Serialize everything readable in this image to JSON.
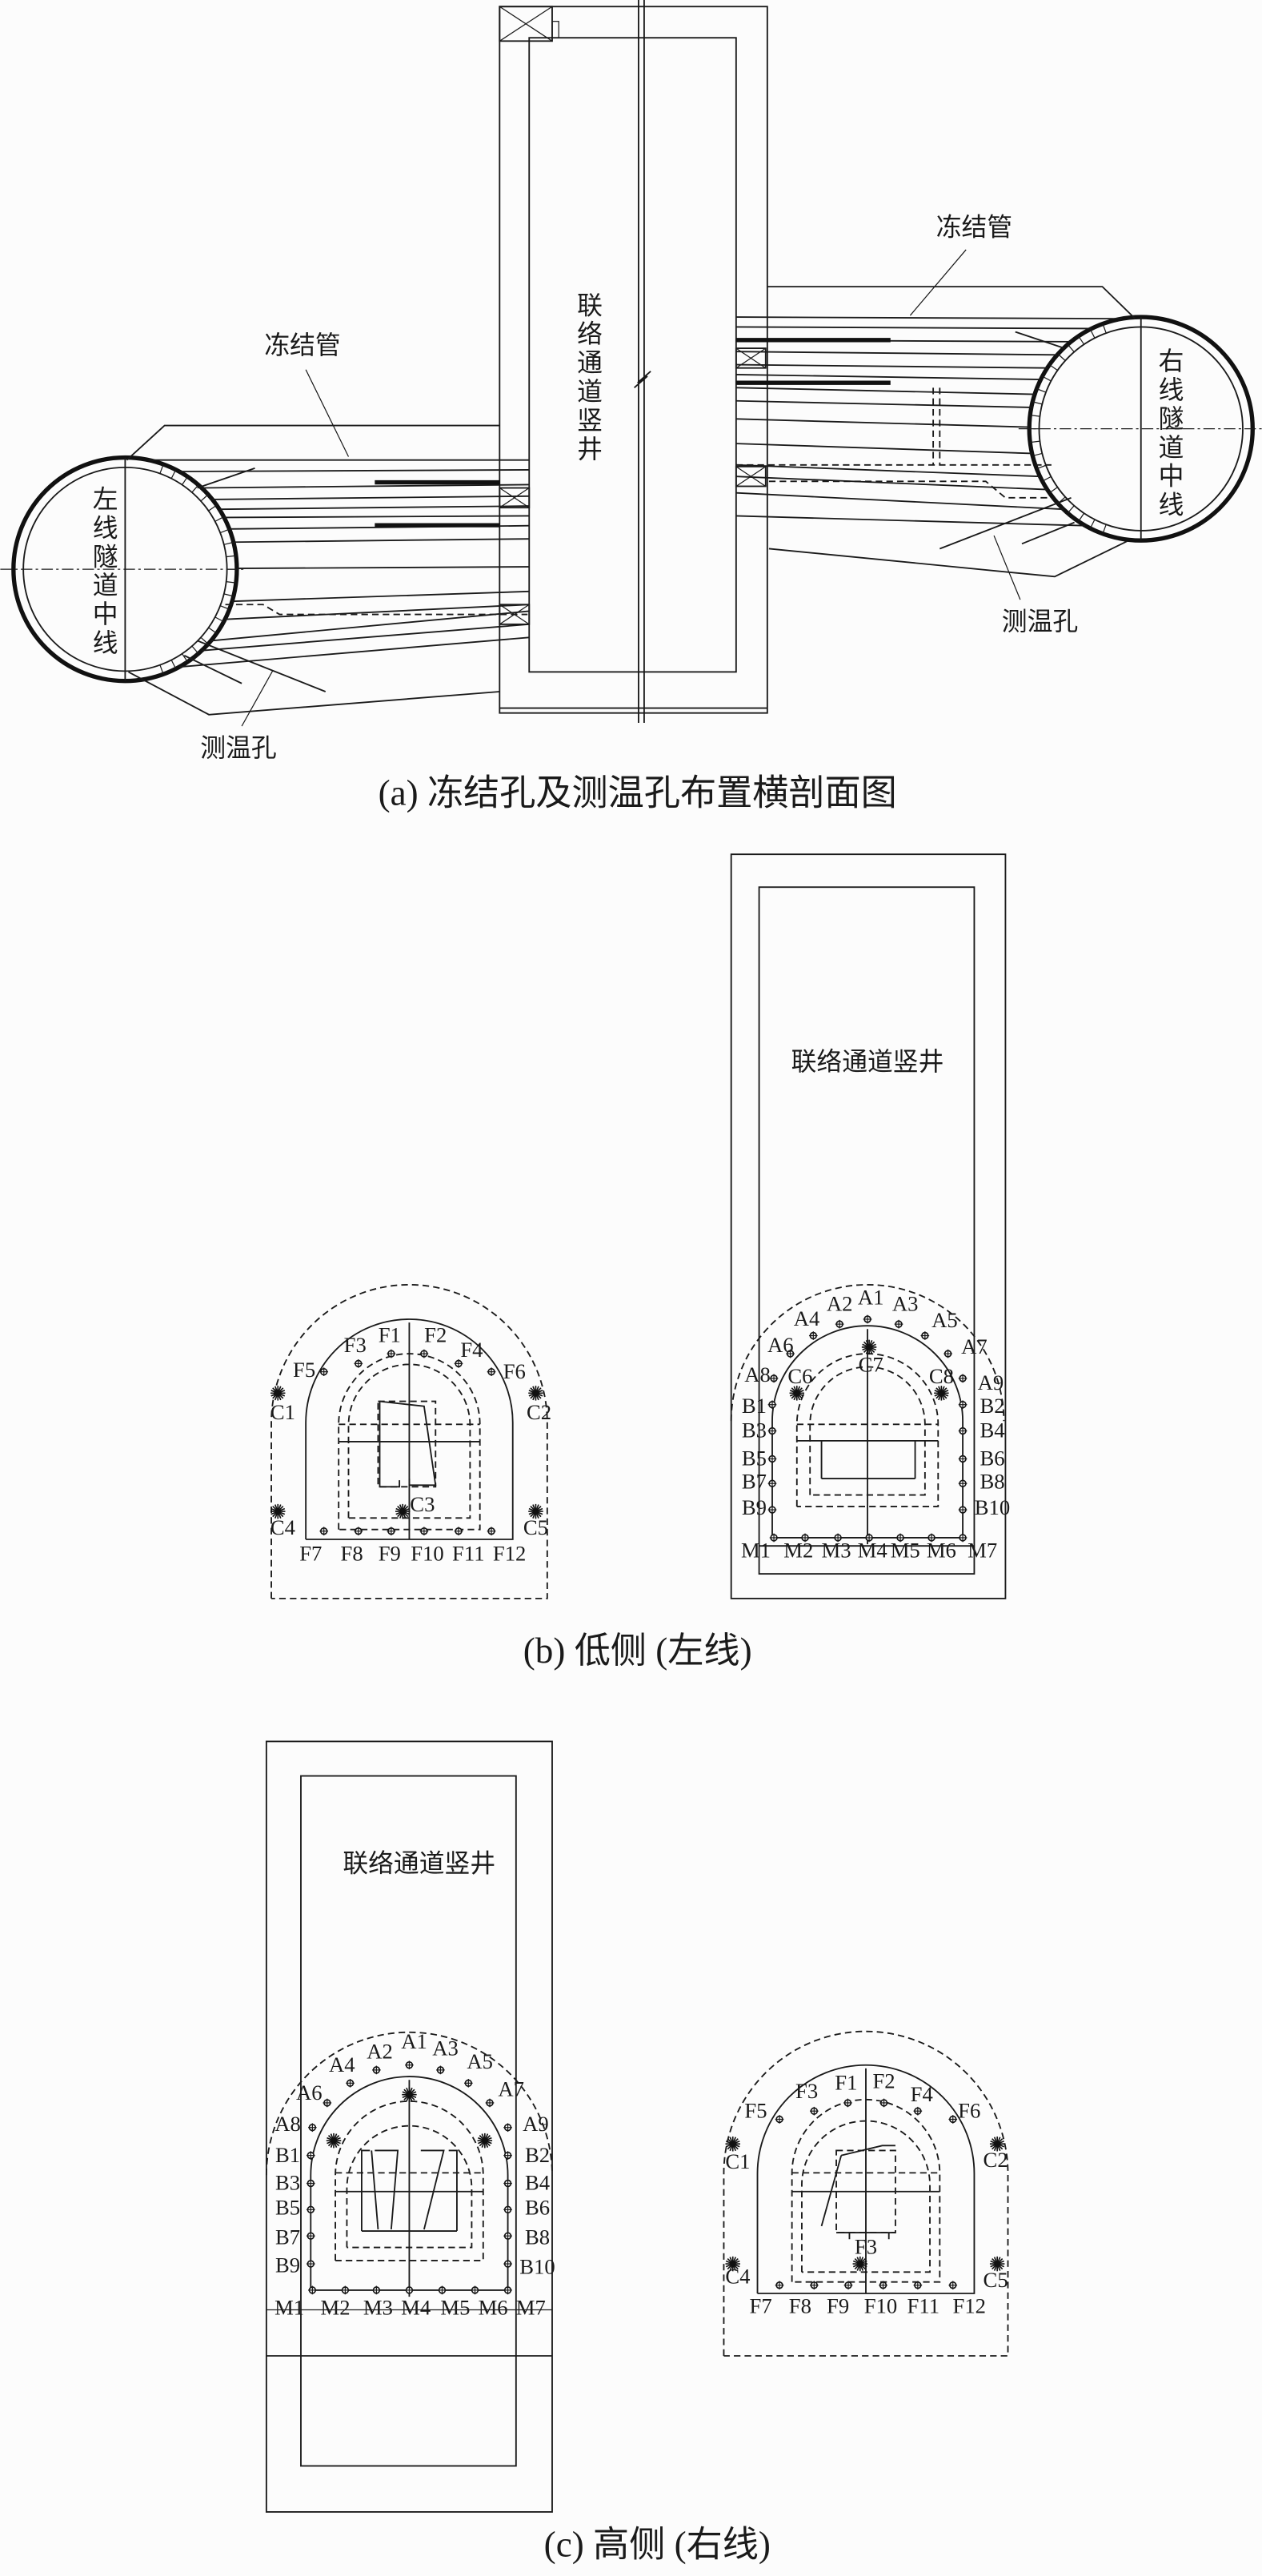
{
  "panel_a": {
    "caption": "(a) 冻结孔及测温孔布置横剖面图",
    "shaft_label": "联络通道竖井",
    "left_freeze_pipe_label": "冻结管",
    "right_freeze_pipe_label": "冻结管",
    "left_temp_hole_label": "测温孔",
    "right_temp_hole_label": "测温孔",
    "left_tunnel_centerline_label": "左线隧道中线",
    "right_tunnel_centerline_label": "右线隧道中线"
  },
  "panel_b": {
    "caption": "(b) 低侧 (左线)",
    "shaft_label": "联络通道竖井",
    "tunnel_section": {
      "F": [
        "F1",
        "F2",
        "F3",
        "F4",
        "F5",
        "F6",
        "F7",
        "F8",
        "F9",
        "F10",
        "F11",
        "F12"
      ],
      "C": [
        "C1",
        "C2",
        "C3",
        "C4",
        "C5"
      ]
    },
    "shaft_section": {
      "A": [
        "A1",
        "A2",
        "A3",
        "A4",
        "A5",
        "A6",
        "A7",
        "A8",
        "A9"
      ],
      "B": [
        "B1",
        "B2",
        "B3",
        "B4",
        "B5",
        "B6",
        "B7",
        "B8",
        "B9",
        "B10"
      ],
      "M": [
        "M1",
        "M2",
        "M3",
        "M4",
        "M5",
        "M6",
        "M7"
      ],
      "C": [
        "C6",
        "C7",
        "C8"
      ]
    }
  },
  "panel_c": {
    "caption": "(c) 高侧 (右线)",
    "shaft_label": "联络通道竖井",
    "shaft_section": {
      "A": [
        "A1",
        "A2",
        "A3",
        "A4",
        "A5",
        "A6",
        "A7",
        "A8",
        "A9"
      ],
      "B": [
        "B1",
        "B2",
        "B3",
        "B4",
        "B5",
        "B6",
        "B7",
        "B8",
        "B9",
        "B10"
      ],
      "M": [
        "M1",
        "M2",
        "M3",
        "M4",
        "M5",
        "M6",
        "M7"
      ]
    },
    "tunnel_section": {
      "F": [
        "F1",
        "F2",
        "F3",
        "F4",
        "F5",
        "F6",
        "F7",
        "F8",
        "F9",
        "F10",
        "F11",
        "F12"
      ],
      "C": [
        "C1",
        "C2",
        "F3",
        "C4",
        "C5"
      ]
    }
  }
}
